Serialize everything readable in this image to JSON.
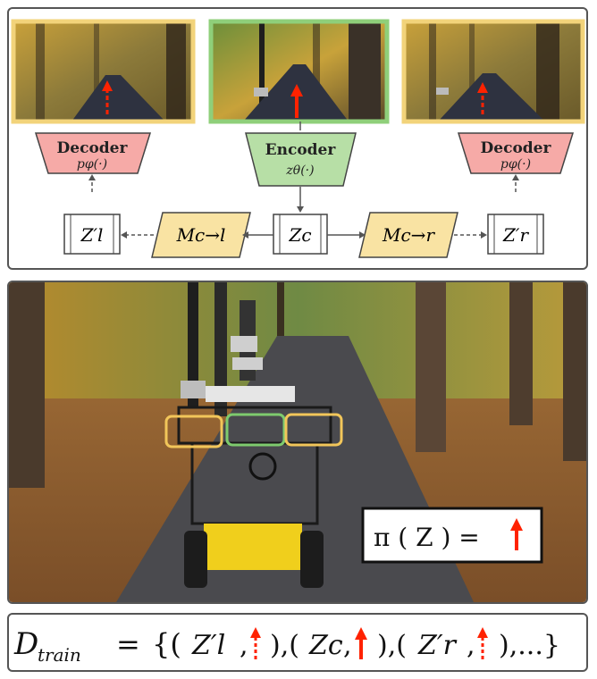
{
  "top": {
    "decoder_left": {
      "title": "Decoder",
      "sub": "pφ(·)"
    },
    "encoder": {
      "title": "Encoder",
      "sub": "zθ(·)"
    },
    "decoder_right": {
      "title": "Decoder",
      "sub": "pφ(·)"
    },
    "latents": {
      "left": "Z′l",
      "center": "Zc",
      "right": "Z′r"
    },
    "maps": {
      "to_left": "Mc→l",
      "to_right": "Mc→r"
    },
    "colors": {
      "yellow_frame": "#f2d37a",
      "green_frame": "#8fcf7a",
      "decoder_fill": "#f6aaa7",
      "encoder_fill": "#b7dfa6",
      "map_fill": "#f9e3a3",
      "arrow_red": "#ff2200"
    }
  },
  "photo": {
    "policy_label": "π ( Z ) =",
    "box_colors": [
      "#f2c65a",
      "#7ecb6e",
      "#f2c65a"
    ]
  },
  "formula": {
    "lhs": "D",
    "lhs_sub": "train",
    "equals": "=",
    "open": "{(",
    "tail": "),...}"
  }
}
